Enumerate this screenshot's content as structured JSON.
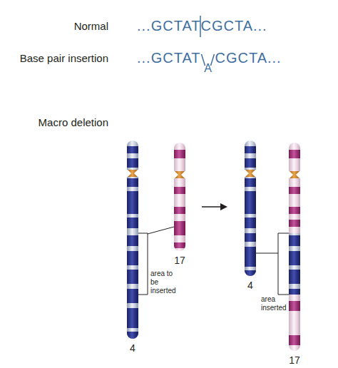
{
  "diagram": {
    "nodes": [
      {
        "text": [
          "4"
        ]
      },
      {
        "text": [
          "17"
        ]
      },
      {
        "text": [
          "4"
        ]
      },
      {
        "text": [
          "17"
        ]
      }
    ],
    "labels": [
      "Normal",
      "...GCTATCGCTA...",
      "Base pair insertion",
      "...GCTAT",
      "A",
      "CGCTA...",
      "Macro deletion",
      "area to be inserted",
      "area inserted"
    ]
  }
}
